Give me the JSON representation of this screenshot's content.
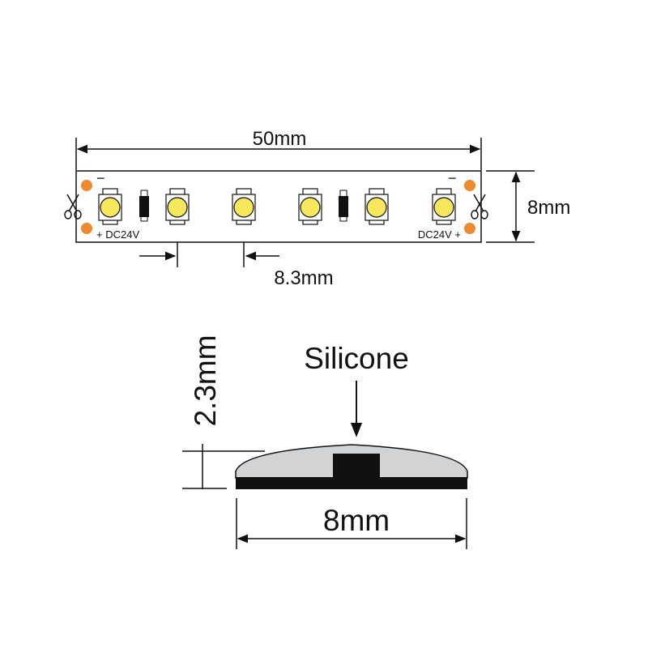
{
  "top_view": {
    "length_label": "50mm",
    "width_label": "8mm",
    "pitch_label": "8.3mm",
    "voltage_left": "+ DC24V",
    "voltage_right": "DC24V +",
    "minus_sign": "−",
    "led_count": 6,
    "resistor_count": 2
  },
  "cross_section": {
    "material_label": "Silicone",
    "height_label": "2.3mm",
    "width_label": "8mm"
  },
  "colors": {
    "pad": "#ef8a2c",
    "led": "#f6e85a",
    "silicone": "#d2d3d5",
    "ink": "#111111"
  }
}
